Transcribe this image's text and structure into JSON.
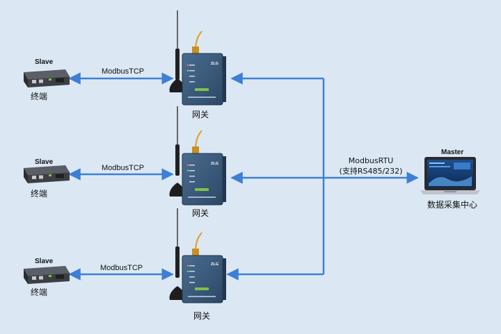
{
  "slaves": [
    {
      "title": "Slave",
      "caption": "终端",
      "link": "ModbusTCP"
    },
    {
      "title": "Slave",
      "caption": "终端",
      "link": "ModbusTCP"
    },
    {
      "title": "Slave",
      "caption": "终端",
      "link": "ModbusTCP"
    }
  ],
  "gateways": [
    {
      "caption": "网关",
      "brand": "ZLG"
    },
    {
      "caption": "网关",
      "brand": "ZLG"
    },
    {
      "caption": "网关",
      "brand": "ZLG"
    }
  ],
  "bus": {
    "line1": "ModbusRTU",
    "line2": "(支持RS485/232)"
  },
  "master": {
    "title": "Master",
    "caption": "数据采集中心"
  },
  "colors": {
    "arrow": "#3d7fd4",
    "background": "#dbe8f3",
    "gateway_body": "#3a5878",
    "device_body": "#3c3f45"
  }
}
